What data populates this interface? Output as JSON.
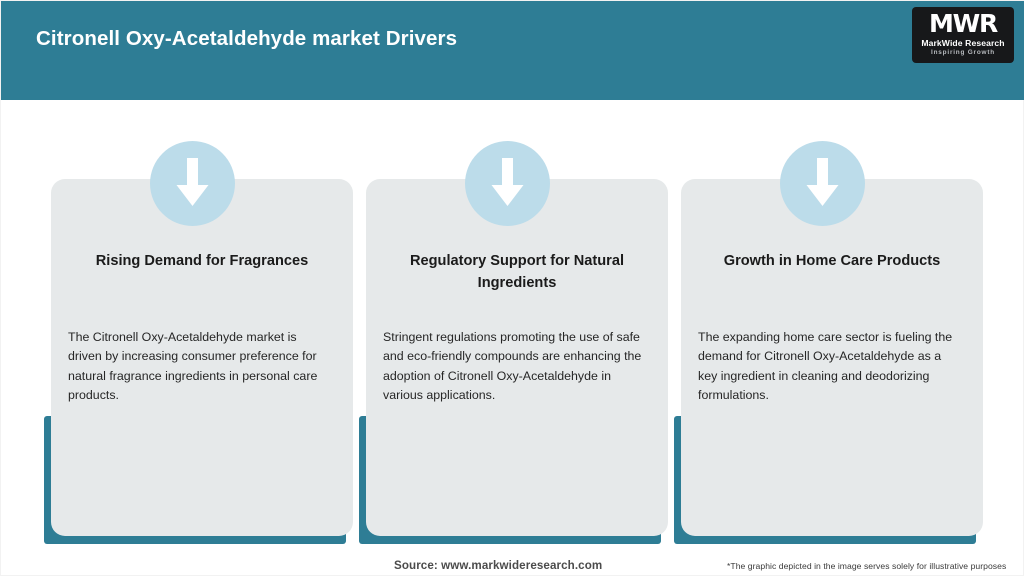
{
  "header": {
    "title": "Citronell Oxy-Acetaldehyde market Drivers",
    "background_color": "#2e7d95",
    "title_color": "#ffffff"
  },
  "logo": {
    "mark": "MWR",
    "name": "MarkWide Research",
    "tagline": "Inspiring Growth",
    "background_color": "#17181a"
  },
  "cards": [
    {
      "icon": "arrow-down-icon",
      "title": "Rising Demand for Fragrances",
      "body": "The Citronell Oxy-Acetaldehyde market is driven by increasing consumer preference for natural fragrance ingredients in personal care products."
    },
    {
      "icon": "arrow-down-icon",
      "title": "Regulatory Support for Natural Ingredients",
      "body": "Stringent regulations promoting the use of safe and eco-friendly compounds are enhancing the adoption of Citronell Oxy-Acetaldehyde in various applications."
    },
    {
      "icon": "arrow-down-icon",
      "title": "Growth in Home Care Products",
      "body": "The expanding home care sector is fueling the demand for Citronell Oxy-Acetaldehyde as a key ingredient in cleaning and deodorizing formulations."
    }
  ],
  "footer": {
    "source": "Source: www.markwideresearch.com",
    "disclaimer": "*The graphic depicted in the image serves solely for illustrative purposes"
  },
  "theme": {
    "accent_teal": "#2e7d95",
    "card_background": "#e6e9ea",
    "icon_circle": "#bcdcea",
    "icon_arrow": "#ffffff",
    "page_background": "#ffffff"
  }
}
